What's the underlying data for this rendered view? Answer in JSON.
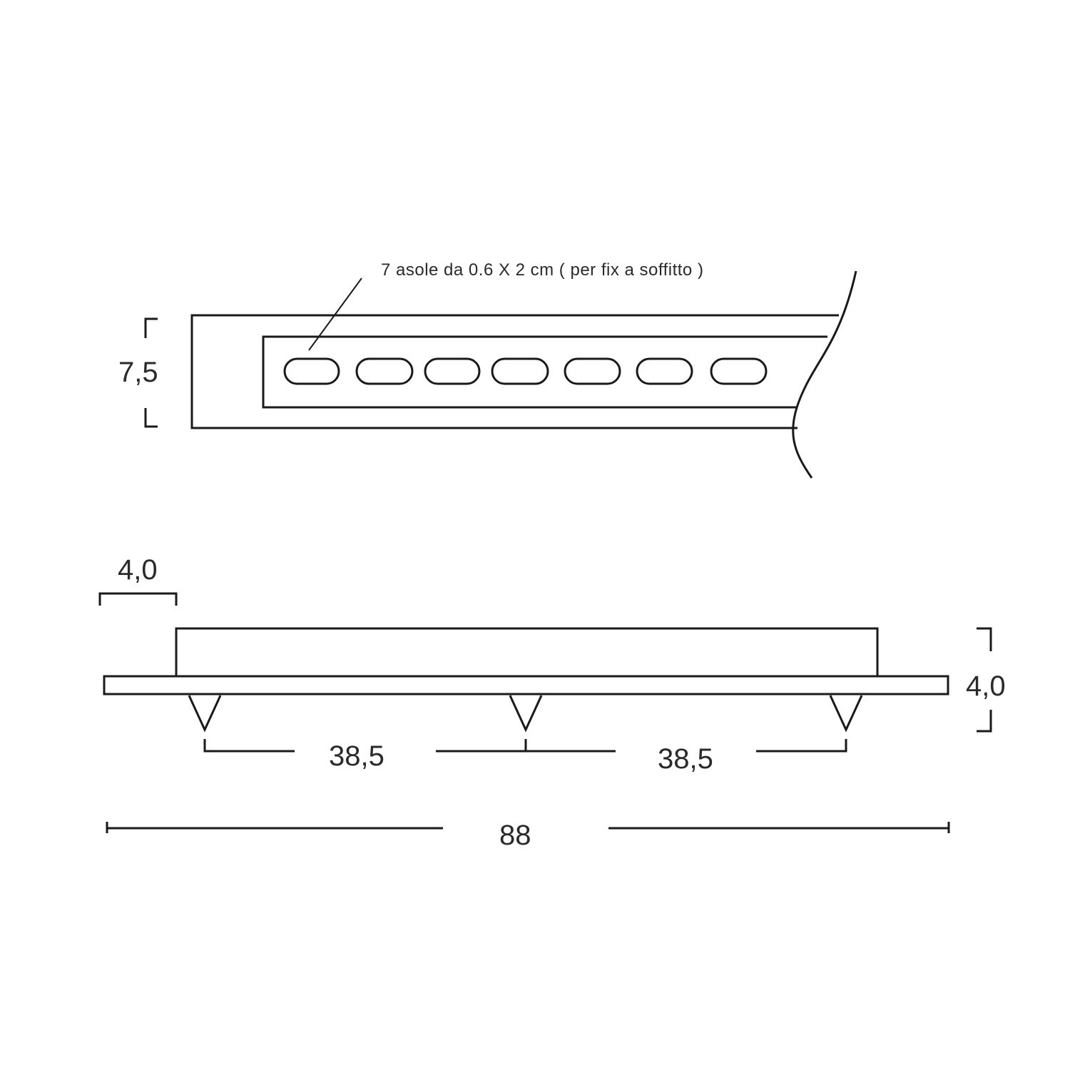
{
  "top_view": {
    "note": "7 asole da 0.6 X 2 cm  ( per fix a soffitto )",
    "width_dim": "7,5",
    "slot_count": 7
  },
  "side_view": {
    "offset_dim": "4,0",
    "height_dim": "4,0",
    "spacing_left": "38,5",
    "spacing_right": "38,5",
    "total_length": "88",
    "pendant_count": 3
  },
  "colors": {
    "line": "#1a1a1a",
    "text": "#2a2a2a",
    "background": "#ffffff"
  }
}
